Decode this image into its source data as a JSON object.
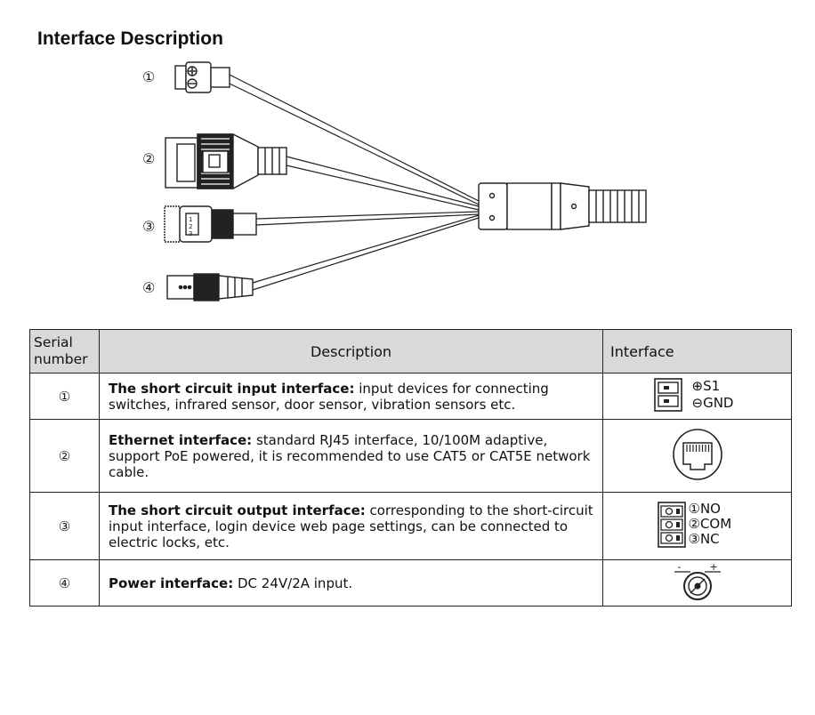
{
  "title": "Interface Description",
  "diagram": {
    "markers": [
      "①",
      "②",
      "③",
      "④"
    ]
  },
  "table": {
    "headers": [
      "Serial number",
      "Description",
      "Interface"
    ],
    "rows": [
      {
        "serial": "①",
        "bold": "The short circuit input interface:",
        "text": " input devices for connecting switches, infrared sensor, door sensor, vibration sensors etc.",
        "icon": "two-pin-terminal-icon",
        "labels": [
          "⊕S1",
          "⊖GND"
        ]
      },
      {
        "serial": "②",
        "bold": "Ethernet interface:",
        "text": " standard RJ45 interface, 10/100M adaptive, support PoE powered, it is recommended to use CAT5 or CAT5E network cable.",
        "icon": "rj45-port-icon",
        "labels": []
      },
      {
        "serial": "③",
        "bold": "The short circuit output interface:",
        "text": " corresponding to the short-circuit input interface, login device web page settings, can be connected to electric locks, etc.",
        "icon": "three-pin-terminal-icon",
        "labels": [
          "①NO",
          "②COM",
          "③NC"
        ]
      },
      {
        "serial": "④",
        "bold": "Power interface:",
        "text": " DC 24V/2A input.",
        "icon": "dc-power-jack-icon",
        "labels": [
          "-",
          "+"
        ]
      }
    ]
  }
}
